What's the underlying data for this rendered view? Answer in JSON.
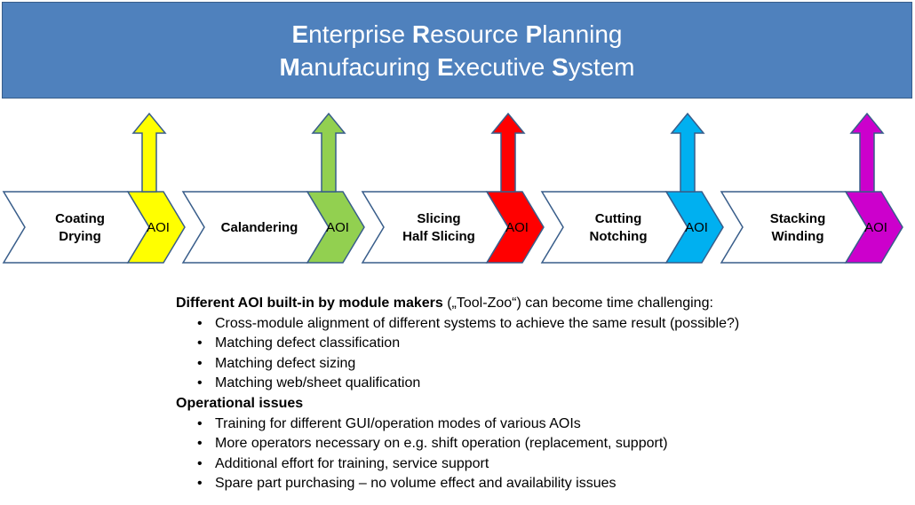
{
  "banner": {
    "line1": [
      {
        "cap": "E",
        "rest": "nterprise "
      },
      {
        "cap": "R",
        "rest": "esource "
      },
      {
        "cap": "P",
        "rest": "lanning"
      }
    ],
    "line2": [
      {
        "cap": "M",
        "rest": "anufacuring "
      },
      {
        "cap": "E",
        "rest": "xecutive "
      },
      {
        "cap": "S",
        "rest": "ystem"
      }
    ]
  },
  "colors": {
    "banner": "#4f81bd",
    "chevron_border": "#385d8a",
    "aoi": [
      "#ffff00",
      "#92d050",
      "#ff0000",
      "#00b0f0",
      "#cc00cc"
    ]
  },
  "process": {
    "aoi_label": "AOI",
    "steps": [
      {
        "lines": [
          "Coating",
          "Drying"
        ]
      },
      {
        "lines": [
          "Calandering"
        ]
      },
      {
        "lines": [
          "Slicing",
          "Half Slicing"
        ]
      },
      {
        "lines": [
          "Cutting",
          "Notching"
        ]
      },
      {
        "lines": [
          "Stacking",
          "Winding"
        ]
      }
    ]
  },
  "notes": {
    "section1": {
      "bold": "Different AOI built-in by module makers",
      "rest": " („Tool-Zoo“) can become time challenging:",
      "bullets": [
        "Cross-module alignment of different systems to achieve the same result (possible?)",
        "Matching defect classification",
        "Matching defect sizing",
        "Matching web/sheet qualification"
      ]
    },
    "section2": {
      "bold": "Operational issues",
      "bullets": [
        "Training for different GUI/operation modes of various AOIs",
        "More operators necessary on e.g. shift operation (replacement, support)",
        "Additional effort for training, service support",
        "Spare part purchasing – no volume effect and availability issues"
      ]
    }
  }
}
